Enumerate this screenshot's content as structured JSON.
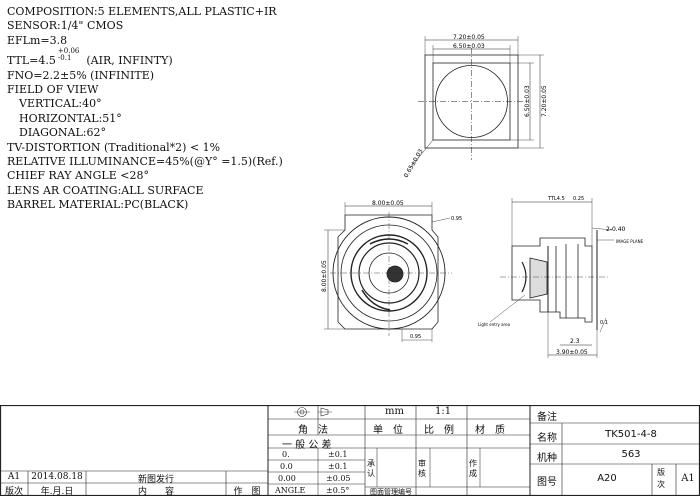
{
  "specs": {
    "composition": "COMPOSITION:5 ELEMENTS,ALL PLASTIC+IR",
    "sensor": "SENSOR:1/4\" CMOS",
    "efl": "EFLm=3.8",
    "ttl_prefix": "TTL=4.5",
    "ttl_tol_plus": "+0.06",
    "ttl_tol_minus": "-0.1",
    "ttl_suffix": "(AIR, INFINTY)",
    "fno": "FNO=2.2±5% (INFINITE)",
    "fov_title": "FIELD OF VIEW",
    "fov_vertical": "VERTICAL:40°",
    "fov_horizontal": "HORIZONTAL:51°",
    "fov_diagonal": "DIAGONAL:62°",
    "tv_distortion": "TV-DISTORTION (Traditional*2) < 1%",
    "relative_illuminance": "RELATIVE ILLUMINANCE=45%(@Y° =1.5)(Ref.)",
    "chief_ray_angle": "CHIEF RAY ANGLE <28°",
    "lens_coating": "LENS AR COATING:ALL SURFACE",
    "barrel_material": "BARREL MATERIAL:PC(BLACK)"
  },
  "drawing": {
    "top_dim_outer": "7.20±0.05",
    "top_dim_inner": "6.50±0.03",
    "side_dim_inner": "6.50±0.03",
    "side_dim_outer": "7.20±0.05",
    "diag_dim": "0.65±0.03",
    "front_width": "8.00±0.05",
    "front_height": "8.00±0.05",
    "front_small": "0.95",
    "front_bottom": "0.95",
    "side_label_ttl": "TTL4.5",
    "side_label_top": "0.25",
    "side_chamfer": "2-0.40",
    "image_plane": "IMAGE PLANE",
    "light_entry": "Light entry area",
    "side_bottom_1": "2.3",
    "side_bottom_2": "3.90±0.05",
    "side_label_0_1": "0.1"
  },
  "title_block": {
    "unit_label": "mm",
    "scale": "1:1",
    "angle_method": "角　法",
    "unit": "单　位",
    "ratio": "比　例",
    "material": "材　质",
    "general_tolerance": "一 般 公 差",
    "tol_rows": [
      {
        "k": "0.",
        "v": "±0.1"
      },
      {
        "k": "0.0",
        "v": "±0.1"
      },
      {
        "k": "0.00",
        "v": "±0.05"
      },
      {
        "k": "ANGLE",
        "v": "±0.5°"
      }
    ],
    "approve": "承认",
    "review": "审核",
    "author": "作成",
    "footer_note": "图面管理编号",
    "remark_label": "备注",
    "name_label": "名称",
    "name_value": "TK501-4-8",
    "model_label": "机种",
    "model_value": "563",
    "drawing_no_label": "图号",
    "drawing_no_value": "A20",
    "revision_label": "版次",
    "revision_value": "A1",
    "rev_row_version": "A1",
    "rev_row_date": "2014.08.18",
    "rev_row_content": "新图发行",
    "hdr_version": "版次",
    "hdr_date": "年.月.日",
    "hdr_content": "内　　容",
    "hdr_author": "作　图"
  }
}
